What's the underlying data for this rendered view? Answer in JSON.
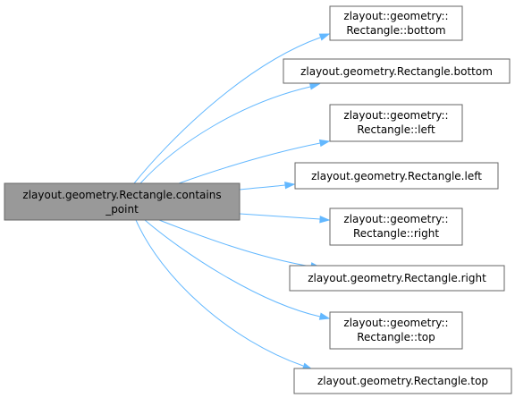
{
  "graph": {
    "colors": {
      "edge": "#63b8ff",
      "source_fill": "#999999",
      "node_border": "#666666",
      "target_fill": "#ffffff"
    },
    "source": {
      "lines": [
        "zlayout.geometry.Rectangle.contains",
        "_point"
      ]
    },
    "targets": [
      {
        "lines": [
          "zlayout::geometry::",
          "Rectangle::bottom"
        ]
      },
      {
        "lines": [
          "zlayout.geometry.Rectangle.bottom"
        ]
      },
      {
        "lines": [
          "zlayout::geometry::",
          "Rectangle::left"
        ]
      },
      {
        "lines": [
          "zlayout.geometry.Rectangle.left"
        ]
      },
      {
        "lines": [
          "zlayout::geometry::",
          "Rectangle::right"
        ]
      },
      {
        "lines": [
          "zlayout.geometry.Rectangle.right"
        ]
      },
      {
        "lines": [
          "zlayout::geometry::",
          "Rectangle::top"
        ]
      },
      {
        "lines": [
          "zlayout.geometry.Rectangle.top"
        ]
      }
    ]
  }
}
